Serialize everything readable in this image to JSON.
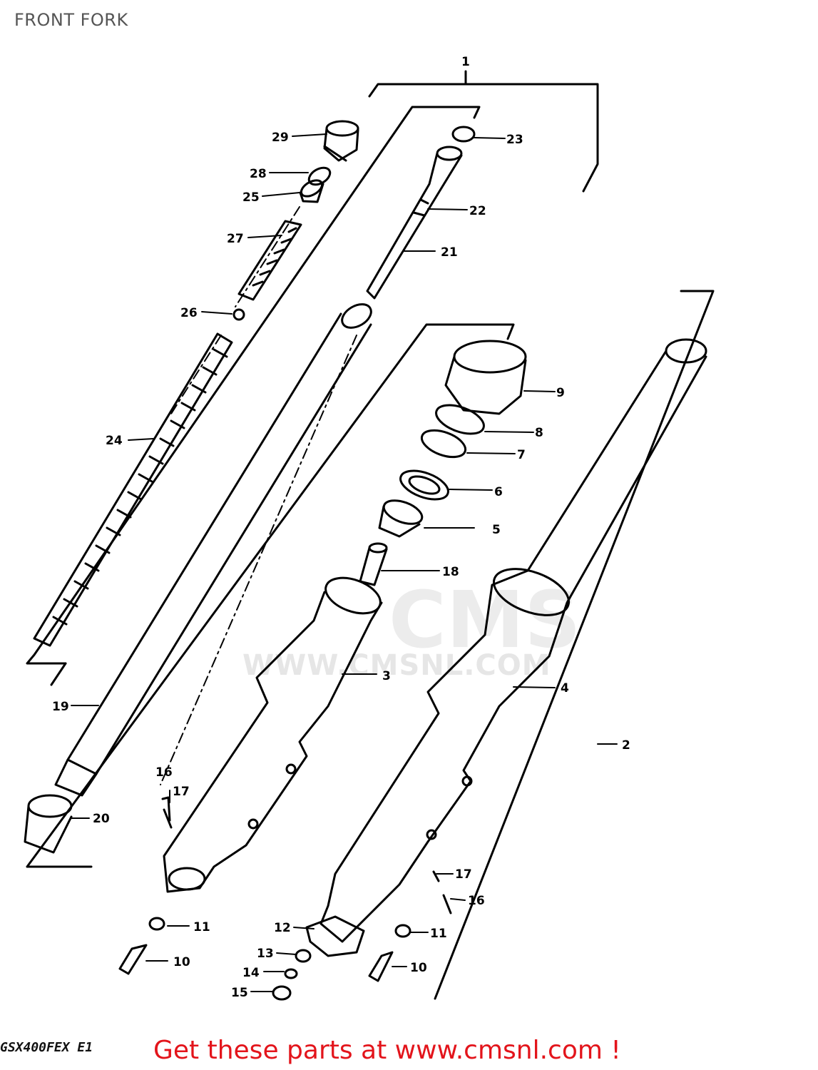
{
  "title": "FRONT FORK",
  "model_code": "GSX400FEX E1",
  "promo_text": "Get these parts at www.cmsnl.com !",
  "watermark": {
    "brand": "CMS",
    "url": "WWW.CMSNL.COM"
  },
  "callouts": [
    "1",
    "2",
    "3",
    "4",
    "5",
    "6",
    "7",
    "8",
    "9",
    "10",
    "10",
    "11",
    "11",
    "12",
    "13",
    "14",
    "15",
    "16",
    "16",
    "17",
    "17",
    "18",
    "19",
    "20",
    "21",
    "22",
    "23",
    "24",
    "25",
    "26",
    "27",
    "28",
    "29"
  ],
  "colors": {
    "promo": "#e3141b",
    "line": "#000000",
    "watermark": "#e6e6e6"
  }
}
